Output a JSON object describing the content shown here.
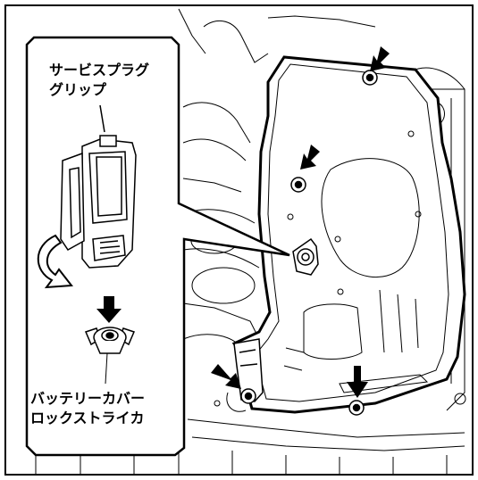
{
  "labels": {
    "service_plug_grip": [
      "サービスプラグ",
      "グリップ"
    ],
    "battery_cover_lock_striker": [
      "バッテリーカバー",
      "ロックストライカ"
    ]
  },
  "colors": {
    "line": "#000000",
    "background": "#ffffff",
    "fill_light": "#ffffff",
    "fill_dark": "#000000"
  },
  "icons": [
    "arrow-icon",
    "rotate-arrow-icon"
  ]
}
